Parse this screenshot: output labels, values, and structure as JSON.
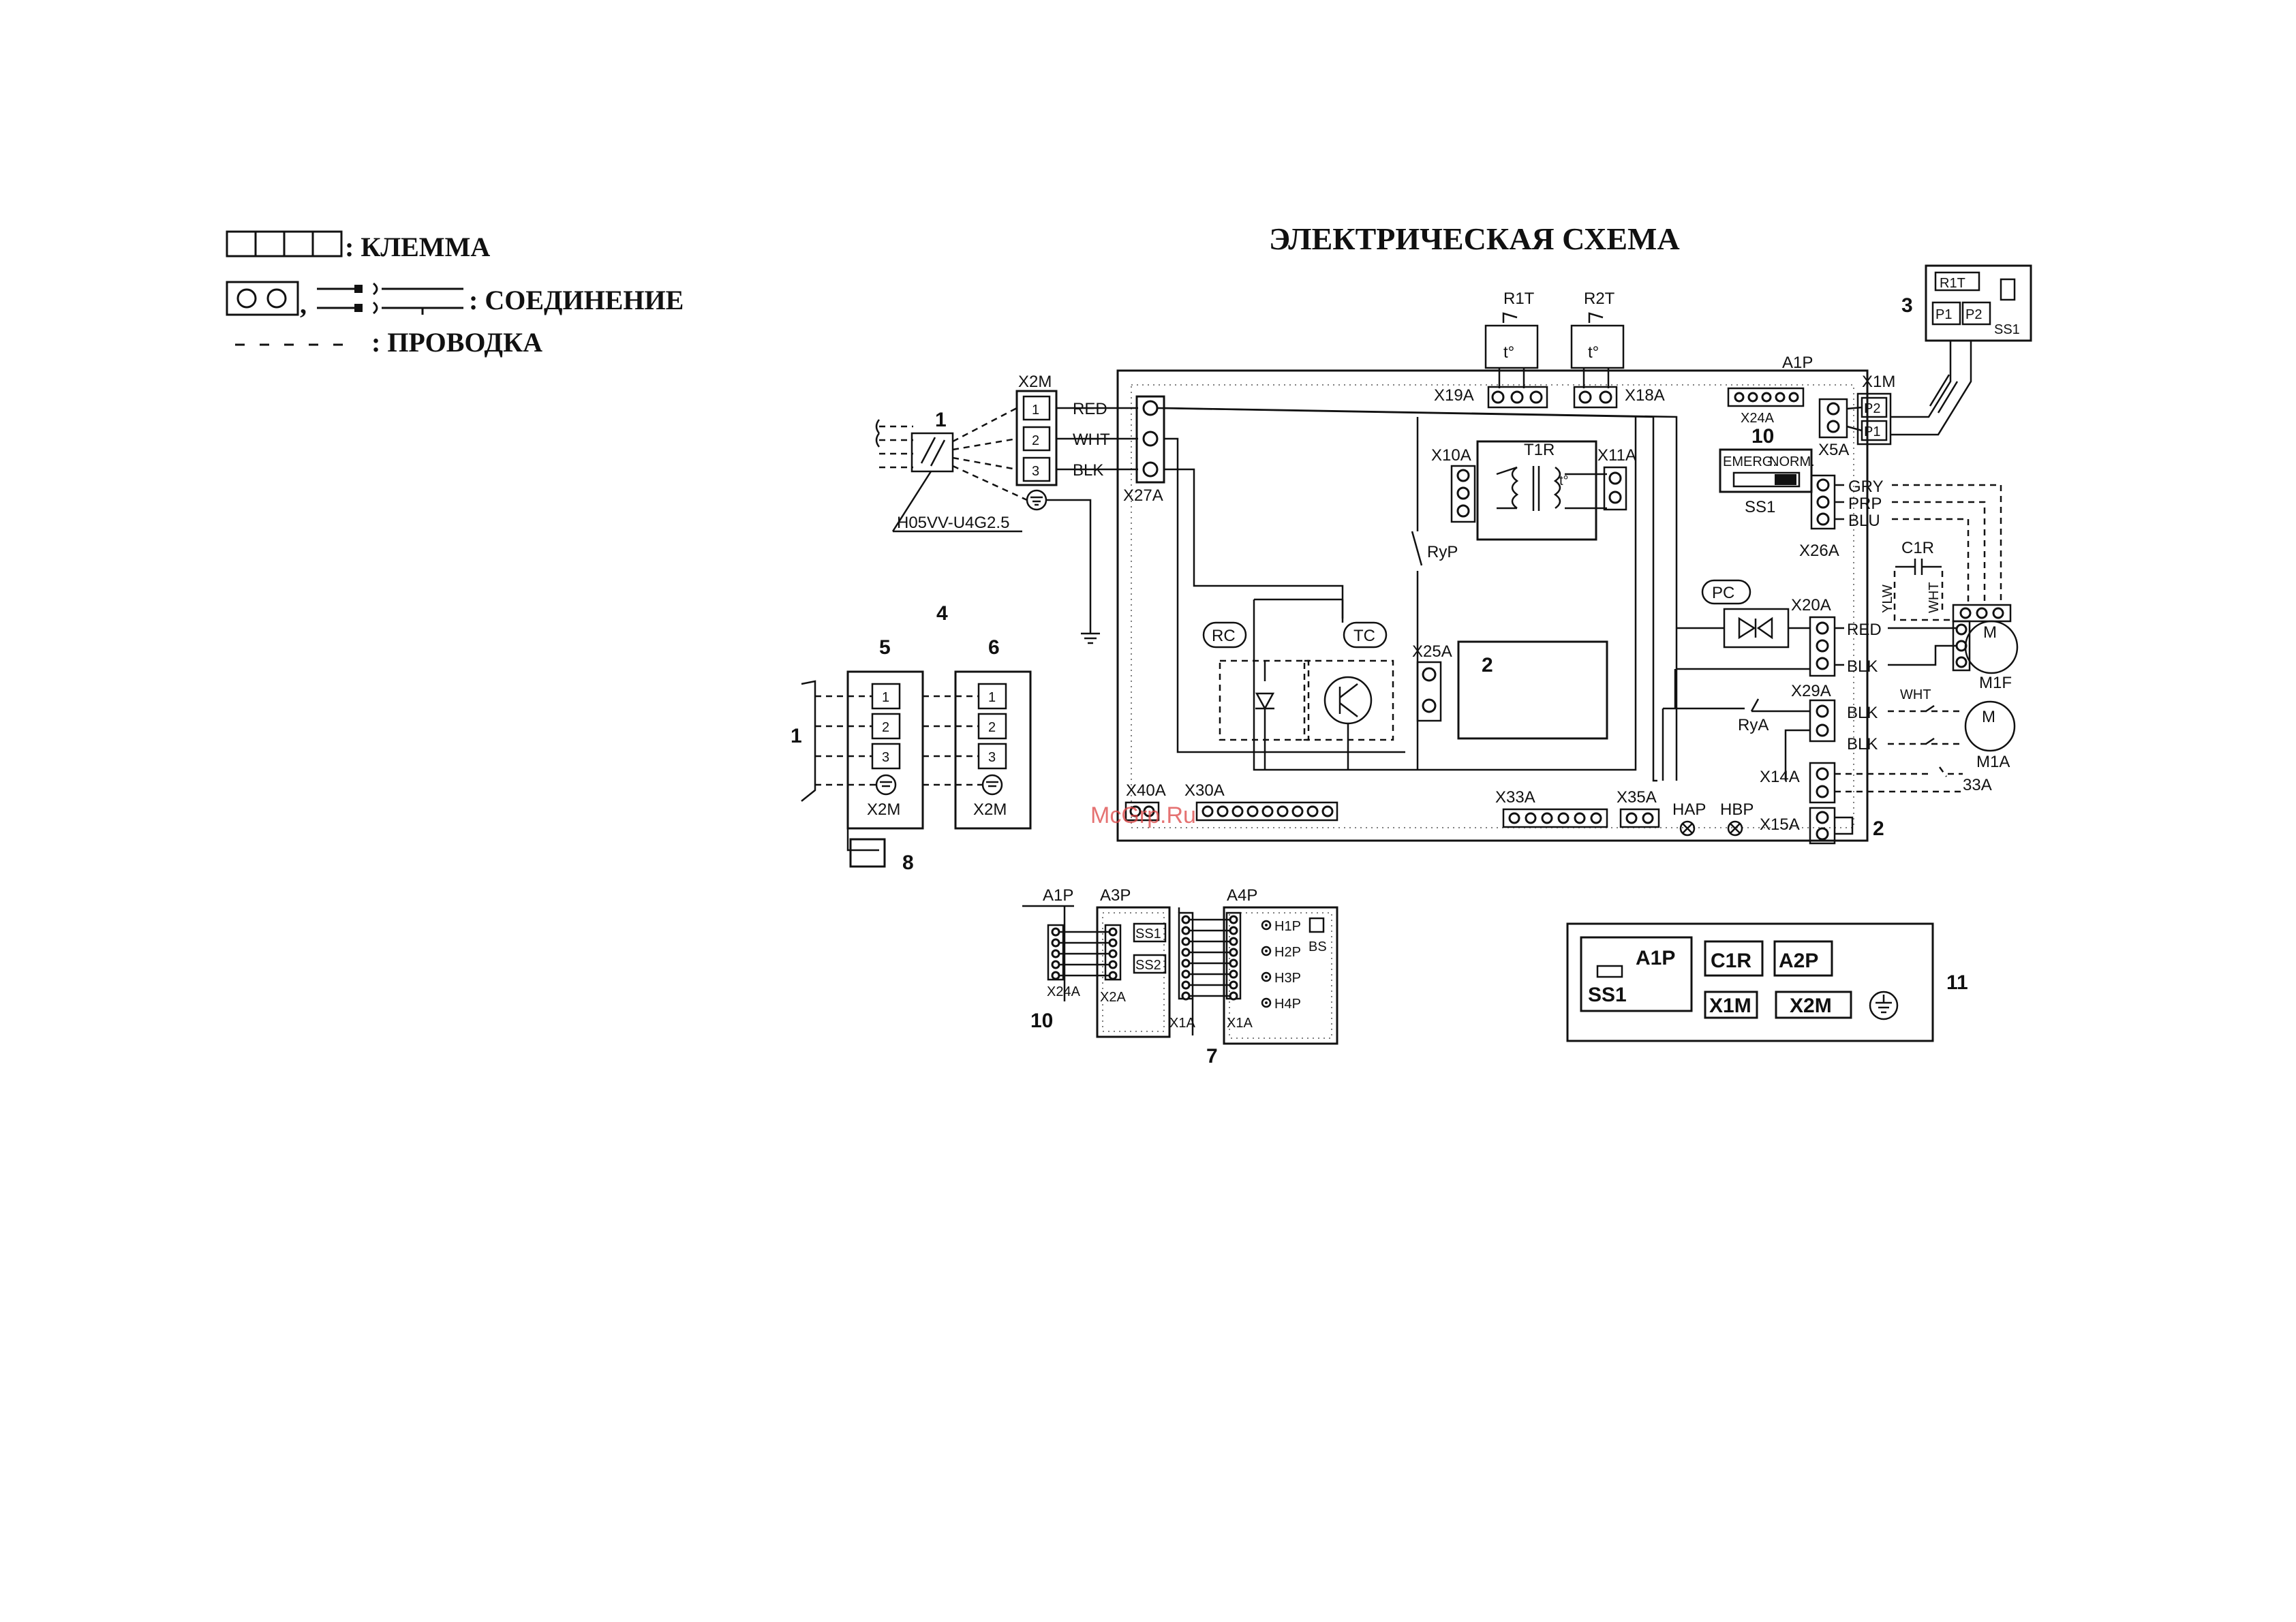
{
  "legend": {
    "terminal": ": КЛЕММА",
    "connection": ": СОЕДИНЕНИЕ",
    "wiring": ": ПРОВОДКА"
  },
  "title": "ЭЛЕКТРИЧЕСКАЯ СХЕМА",
  "watermark": "McGrp.Ru",
  "main": {
    "x2m": "X2M",
    "x2m_terms": [
      "1",
      "2",
      "3"
    ],
    "wire_colors": [
      "RED",
      "WHT",
      "BLK"
    ],
    "cable": "H05VV-U4G2.5",
    "x27a": "X27A",
    "a1p": "A1P",
    "r1t": "R1T",
    "r2t": "R2T",
    "t_sym": "t°",
    "x19a": "X19A",
    "x18a": "X18A",
    "x24a": "X24A",
    "x10a": "X10A",
    "t1r": "T1R",
    "x11a": "X11A",
    "ryp": "RyP",
    "rc": "RC",
    "tc": "TC",
    "x25a": "X25A",
    "emerg": "EMERG.",
    "norm": "NORM.",
    "ss1": "SS1",
    "x1m": "X1M",
    "p1": "P1",
    "p2": "P2",
    "x5a": "X5A",
    "gry": "GRY",
    "prp": "PRP",
    "blu": "BLU",
    "x26a": "X26A",
    "c1r": "C1R",
    "ylw": "YLW",
    "wht": "WHT",
    "pc": "PC",
    "x20a": "X20A",
    "red": "RED",
    "blk": "BLK",
    "m": "M",
    "m1f": "M1F",
    "x29a": "X29A",
    "rya": "RyA",
    "m1a": "M1A",
    "x14a": "X14A",
    "s33a": "33A",
    "x15a": "X15A",
    "x40a": "X40A",
    "x30a": "X30A",
    "x33a": "X33A",
    "x35a": "X35A",
    "hap": "HAP",
    "hbp": "HBP"
  },
  "numbers": {
    "n1": "1",
    "n2": "2",
    "n3": "3",
    "n4": "4",
    "n5": "5",
    "n6": "6",
    "n7": "7",
    "n8": "8",
    "n10": "10",
    "n11": "11"
  },
  "boards": {
    "a1p": "A1P",
    "a3p": "A3P",
    "a4p": "A4P",
    "x24a": "X24A",
    "x2a": "X2A",
    "x1a": "X1A",
    "ss1": "SS1",
    "ss2": "SS2",
    "h1p": "H1P",
    "h2p": "H2P",
    "h3p": "H3P",
    "h4p": "H4P",
    "bs": "BS"
  },
  "layout_box": {
    "a1p": "A1P",
    "ss1": "SS1",
    "c1r": "C1R",
    "a2p": "A2P",
    "x1m": "X1M",
    "x2m": "X2M"
  }
}
